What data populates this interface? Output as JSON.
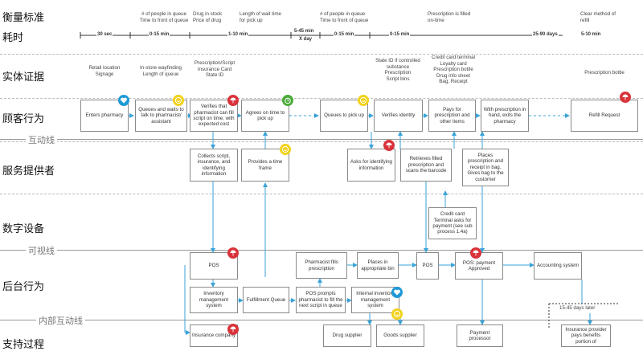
{
  "lanes": {
    "measure": "衡量标准",
    "time": "耗时",
    "evidence": "实体证据",
    "customer": "顾客行为",
    "service": "服务提供者",
    "digital": "数字设备",
    "backstage": "后台行为",
    "support": "支持过程"
  },
  "lines": {
    "interaction": "互动线",
    "visibility": "可视线",
    "internal": "内部互动线"
  },
  "metrics": {
    "m1": "# of people in queue\nTime to front of queue",
    "m2": "Drug in stock\nPrice of drug",
    "m3": "Length of wait time\nfor pick up",
    "m4": "# of people in queue\nTime to front of queue",
    "m5": "Prescription is filled\non-time",
    "m6": "Clear method of\nrefill"
  },
  "times": {
    "t1": "30 sec",
    "t2": "0-15 min",
    "t3": "1-10 min",
    "t4a": "5-45 min",
    "t4b": "X day",
    "t5": "0-15 min",
    "t6": "0-15 min",
    "t7": "25-90 days",
    "t8": "5-10 min"
  },
  "evidence": {
    "e1": "Retail location\nSignage",
    "e2": "In-store wayfinding\nLength of queue",
    "e3": "Prescription/Script\nInsurance Card\nState ID",
    "e4": "State ID if controlled\nsubstance\nPrescription\nScript bins",
    "e5": "Credit card terminal\nLoyalty card\nPrescription bottle\nDrug info sheet\nBag, Receipt",
    "e6": "Prescription bottle"
  },
  "customer": {
    "c1": "Enters pharmacy",
    "c2": "Queues and waits to talk to pharmacist/ assistant",
    "c3": "Verifies that pharmacist can fill script on time, with expected cost",
    "c4": "Agrees on time to pick up",
    "c5": "Queues to pick up",
    "c6": "Verifies identity",
    "c7": "Pays for prescription and other items",
    "c8": "With prescription in hand, exits the pharmacy",
    "c9": "Refill Request"
  },
  "service": {
    "s1": "Collects script, insurance, and identifying information",
    "s2": "Provides a time frame",
    "s3": "Asks for identifying information",
    "s4": "Retrieves filled prescription and scans the barcode",
    "s5": "Places prescription and receipt in bag. Gives bag to the customer"
  },
  "digital": {
    "d1": "Credit card Terminal asks for payment (see sub process 1.4a)"
  },
  "backstage": {
    "b1": "POS",
    "b2": "Inventory management system",
    "b3": "Fulfillment Queue",
    "b4": "Pharmacist fills prescription",
    "b5": "Places in appropriate bin",
    "b6": "POS prompts pharmacist to fill the next script in queue",
    "b7": "Internal inventory management system",
    "b8": "POS",
    "b9": "POS: payment Approved",
    "b10": "Accounting system",
    "b11": "15-45 days later"
  },
  "support": {
    "p1": "Insurance company",
    "p2": "Drug supplier",
    "p3": "Goods supplier",
    "p4": "Payment processor",
    "p5": "Insurance provider pays benefits portion of"
  },
  "icons": {
    "heart": "heart-icon",
    "smile": "smile-icon",
    "alert": "alert-umbrella-icon",
    "clock": "clock-icon",
    "colors": {
      "blue": "#1f9ad6",
      "yellow": "#f2d21b",
      "red": "#d9333a",
      "green": "#4bab3b",
      "line": "#3aa3d8"
    }
  }
}
